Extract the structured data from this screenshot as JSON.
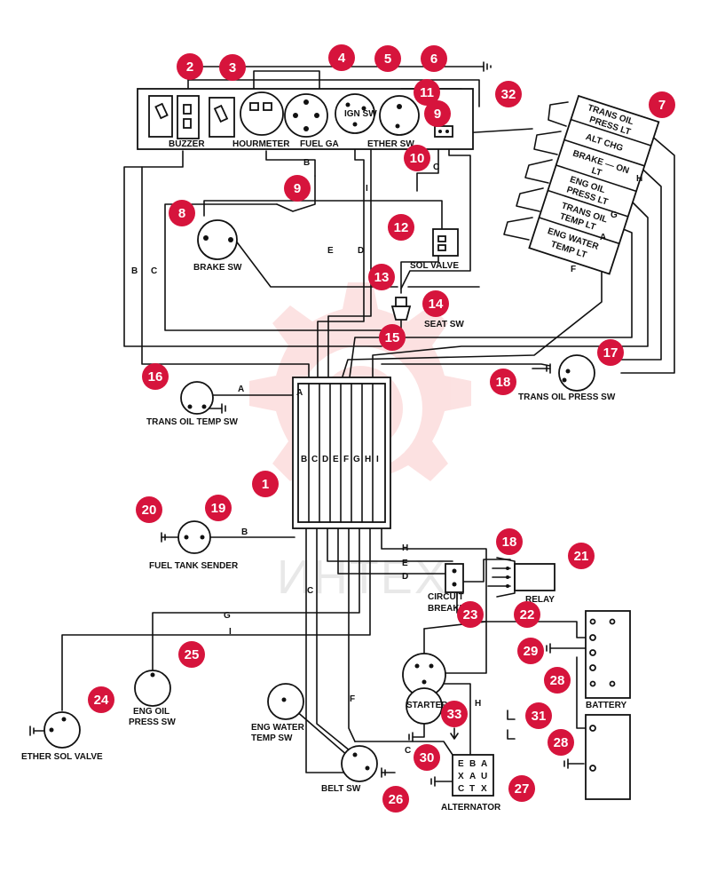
{
  "components": {
    "buzzer": "BUZZER",
    "hourmeter": "HOURMETER",
    "fuel_ga": "FUEL GA",
    "ign_sw": "IGN SW",
    "ether_sw": "ETHER SW",
    "brake_sw": "BRAKE SW",
    "sol_valve": "SOL VALVE",
    "seat_sw": "SEAT SW",
    "trans_oil_temp_sw": "TRANS OIL TEMP SW",
    "trans_oil_press_sw": "TRANS OIL PRESS SW",
    "fuel_tank_sender": "FUEL TANK SENDER",
    "circuit_breaker_1": "CIRCUIT",
    "circuit_breaker_2": "BREAKER",
    "relay": "RELAY",
    "battery": "BATTERY",
    "starter": "STARTER",
    "alternator": "ALTERNATOR",
    "eng_oil_press_sw_1": "ENG OIL",
    "eng_oil_press_sw_2": "PRESS SW",
    "eng_water_temp_sw_1": "ENG WATER",
    "eng_water_temp_sw_2": "TEMP SW",
    "belt_sw": "BELT SW",
    "ether_sol_valve": "ETHER SOL VALVE"
  },
  "alternator_terminals": [
    "E",
    "B",
    "A",
    "X",
    "A",
    "U",
    "C",
    "T",
    "X"
  ],
  "indicator_panel": [
    [
      "TRANS OIL",
      "PRESS LT"
    ],
    [
      "ALT CHG"
    ],
    [
      "BRAKE — ON",
      "LT"
    ],
    [
      "ENG OIL",
      "PRESS LT"
    ],
    [
      "TRANS OIL",
      "TEMP LT"
    ],
    [
      "ENG WATER",
      "TEMP LT"
    ]
  ],
  "connector_pins": [
    "A",
    "B",
    "C",
    "D",
    "E",
    "F",
    "G",
    "H",
    "I"
  ],
  "wire_labels": {
    "b_top": "B",
    "i_top": "I",
    "c_top": "C",
    "h_right": "H",
    "g_right": "G",
    "a_right": "A",
    "f_right": "F",
    "b_left": "B",
    "c_left": "C",
    "e_mid": "E",
    "d_mid": "D",
    "a_temp": "A",
    "b_fuel": "B",
    "h_lower": "H",
    "e_lower": "E",
    "d_lower": "D",
    "g_lower": "G",
    "i_lower": "I",
    "c_lower": "C",
    "f_lower": "F",
    "c_belt": "C",
    "h_alt": "H"
  },
  "callouts": [
    "1",
    "2",
    "3",
    "4",
    "5",
    "6",
    "7",
    "8",
    "9",
    "9",
    "10",
    "11",
    "12",
    "13",
    "14",
    "15",
    "16",
    "17",
    "18",
    "18",
    "19",
    "20",
    "21",
    "22",
    "23",
    "24",
    "25",
    "26",
    "27",
    "28",
    "28",
    "29",
    "30",
    "31",
    "32",
    "33"
  ],
  "watermark": "ИНТЕХ",
  "colors": {
    "callout": "#d6143c",
    "line": "#111111",
    "watermark": "#f27a7a"
  }
}
